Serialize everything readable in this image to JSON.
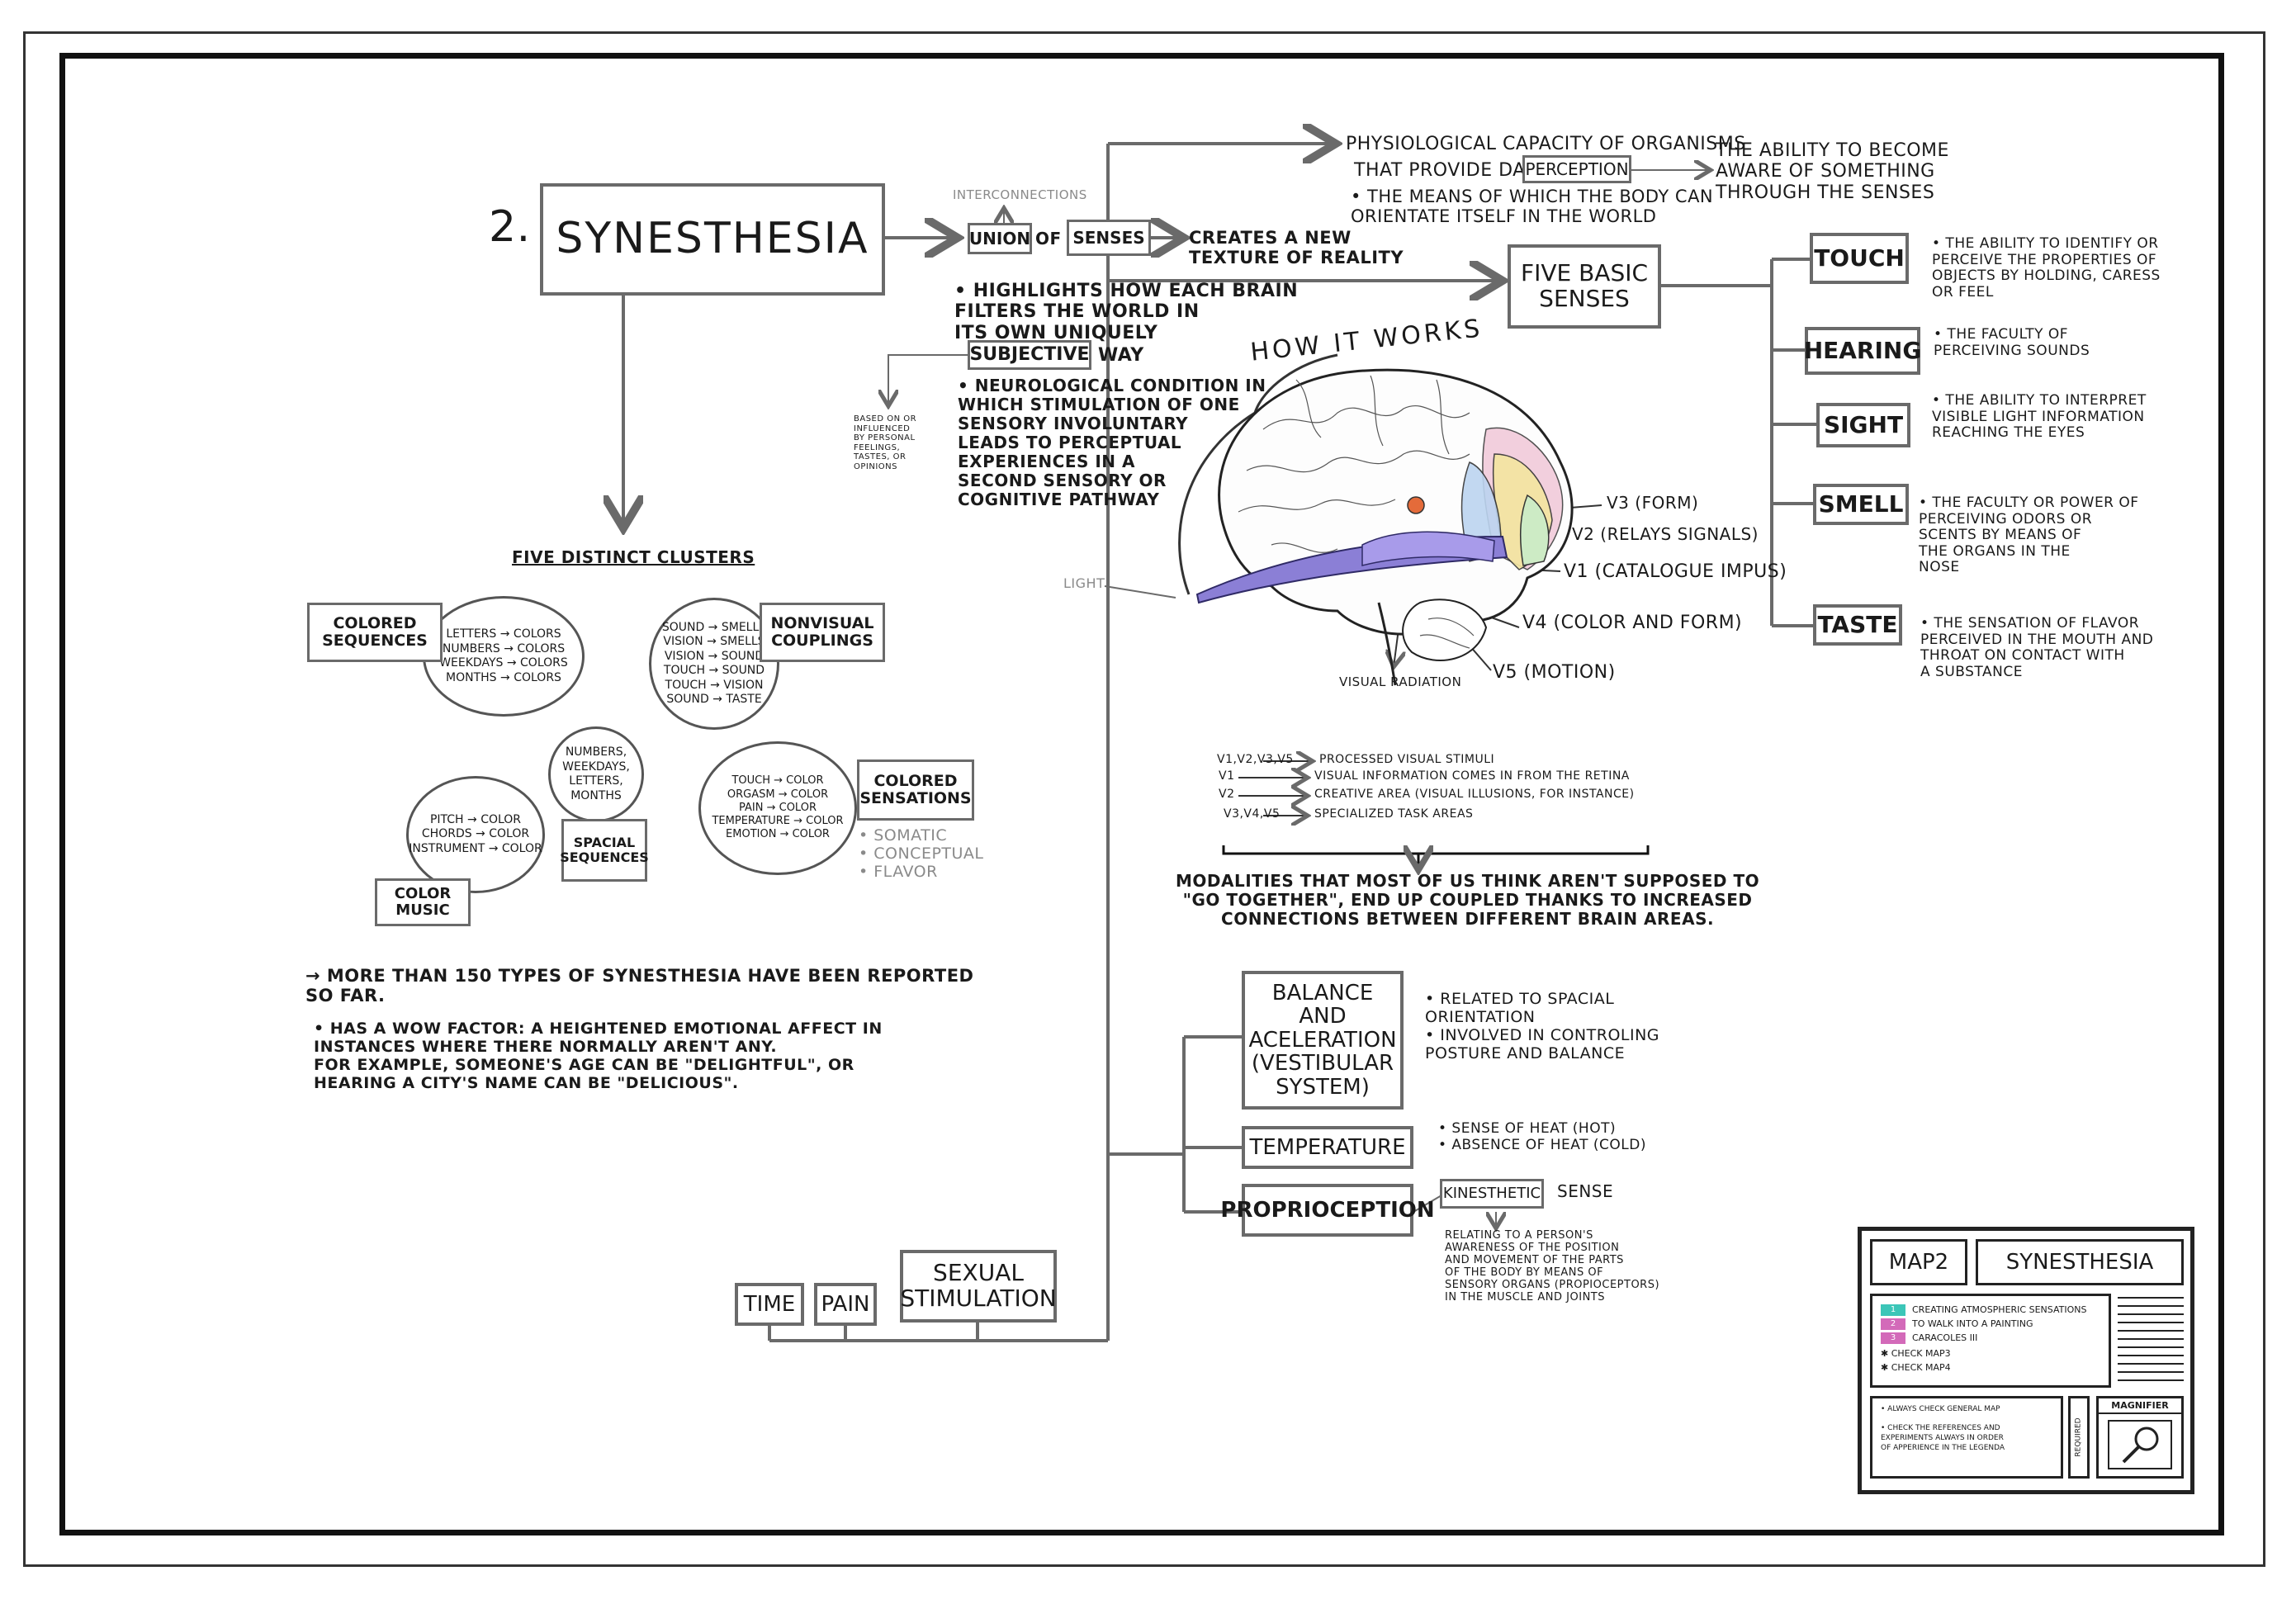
{
  "title": {
    "number": "2.",
    "text": "SYNESTHESIA"
  },
  "union": {
    "interconnections": "INTERCONNECTIONS",
    "union": "UNION",
    "of": "OF",
    "senses": "SENSES",
    "creates": "CREATES A NEW\nTEXTURE OF REALITY"
  },
  "highlights": {
    "line1": "• HIGHLIGHTS HOW EACH BRAIN\nFILTERS THE WORLD IN\nITS OWN UNIQUELY",
    "subjective": "SUBJECTIVE",
    "way": "WAY",
    "neuro": "• NEUROLOGICAL CONDITION IN\nWHICH STIMULATION OF ONE\nSENSORY INVOLUNTARY\nLEADS TO PERCEPTUAL\nEXPERIENCES IN A\nSECOND SENSORY OR\nCOGNITIVE PATHWAY",
    "based_on": "BASED ON OR\nINFLUENCED\nBY PERSONAL\nFEELINGS,\nTASTES, OR\nOPINIONS"
  },
  "physio": {
    "line1": "PHYSIOLOGICAL CAPACITY OF ORGANISMS",
    "line2": "THAT PROVIDE DATA FOR",
    "perception": "PERCEPTION",
    "means": "• THE MEANS OF WHICH THE BODY CAN\nORIENTATE ITSELF IN THE WORLD",
    "ability": "THE ABILITY TO BECOME\nAWARE OF SOMETHING\nTHROUGH THE SENSES"
  },
  "five_basic": "FIVE BASIC\nSENSES",
  "senses": [
    {
      "name": "TOUCH",
      "desc": "• THE ABILITY TO IDENTIFY OR\nPERCEIVE THE PROPERTIES OF\nOBJECTS BY HOLDING, CARESS\nOR FEEL"
    },
    {
      "name": "HEARING",
      "desc": "• THE FACULTY OF\nPERCEIVING SOUNDS"
    },
    {
      "name": "SIGHT",
      "desc": "• THE ABILITY TO INTERPRET\nVISIBLE LIGHT INFORMATION\nREACHING THE EYES"
    },
    {
      "name": "SMELL",
      "desc": "• THE FACULTY OR POWER OF\nPERCEIVING ODORS OR\nSCENTS BY MEANS OF\nTHE ORGANS IN THE\nNOSE"
    },
    {
      "name": "TASTE",
      "desc": "• THE SENSATION OF FLAVOR\nPERCEIVED IN THE MOUTH AND\nTHROAT ON CONTACT WITH\nA SUBSTANCE"
    }
  ],
  "how_it_works": "HOW IT WORKS",
  "brain_labels": {
    "v3": "V3 (FORM)",
    "v2": "V2 (RELAYS SIGNALS)",
    "v1": "V1 (CATALOGUE IMPUS)",
    "v4": "V4 (COLOR AND FORM)",
    "v5": "V5 (MOTION)",
    "radiation": "VISUAL RADIATION",
    "light": "LIGHT"
  },
  "visual_list": [
    {
      "k": "V1,V2,V3,V5",
      "v": "PROCESSED VISUAL STIMULI"
    },
    {
      "k": "V1",
      "v": "VISUAL INFORMATION COMES IN FROM THE RETINA"
    },
    {
      "k": "V2",
      "v": "CREATIVE AREA (VISUAL ILLUSIONS, FOR INSTANCE)"
    },
    {
      "k": "V3,V4,V5",
      "v": "SPECIALIZED TASK AREAS"
    }
  ],
  "modalities": "MODALITIES THAT MOST OF US THINK AREN'T SUPPOSED TO\n\"GO TOGETHER\", END UP COUPLED THANKS TO INCREASED\nCONNECTIONS BETWEEN DIFFERENT BRAIN AREAS.",
  "other_senses": {
    "balance": "BALANCE AND\nACELERATION\n(VESTIBULAR\nSYSTEM)",
    "balance_desc": "• RELATED TO SPACIAL\nORIENTATION\n• INVOLVED IN CONTROLING\nPOSTURE AND BALANCE",
    "temperature": "TEMPERATURE",
    "temperature_desc": "• SENSE OF HEAT (HOT)\n• ABSENCE OF HEAT (COLD)",
    "proprio": "PROPRIOCEPTION",
    "kinesthetic": "KINESTHETIC",
    "sense": "SENSE",
    "relating": "RELATING TO A PERSON'S\nAWARENESS OF THE POSITION\nAND MOVEMENT OF THE PARTS\nOF THE BODY BY MEANS OF\nSENSORY ORGANS (PROPIOCEPTORS)\nIN THE MUSCLE AND JOINTS",
    "time": "TIME",
    "pain": "PAIN",
    "sexual": "SEXUAL\nSTIMULATION"
  },
  "clusters": {
    "heading": "FIVE DISTINCT CLUSTERS",
    "colored_sequences": "COLORED\nSEQUENCES",
    "seq_items": "LETTERS → COLORS\nNUMBERS → COLORS\nWEEKDAYS → COLORS\nMONTHS → COLORS",
    "nonvisual": "NONVISUAL\nCOUPLINGS",
    "nonvisual_items": "SOUND → SMELLS\nVISION → SMELLS\nVISION → SOUND\nTOUCH → SOUND\nTOUCH → VISION\nSOUND → TASTE",
    "spacial_items": "NUMBERS,\nWEEKDAYS,\nLETTERS,\nMONTHS",
    "spacial": "SPACIAL\nSEQUENCES",
    "music_items": "PITCH → COLOR\nCHORDS → COLOR\nINSTRUMENT → COLOR",
    "color_music": "COLOR\nMUSIC",
    "sens_items": "TOUCH → COLOR\nORGASM → COLOR\nPAIN → COLOR\nTEMPERATURE → COLOR\nEMOTION → COLOR",
    "colored_sensations": "COLORED\nSENSATIONS",
    "sens_extra": "• SOMATIC\n• CONCEPTUAL\n• FLAVOR"
  },
  "notes": {
    "n1": "→ MORE THAN 150 TYPES OF SYNESTHESIA HAVE BEEN REPORTED\nSO FAR.",
    "n2": "• HAS A WOW FACTOR: A HEIGHTENED EMOTIONAL AFFECT IN\nINSTANCES WHERE THERE NORMALLY AREN'T ANY.\nFOR EXAMPLE, SOMEONE'S AGE CAN BE \"DELIGHTFUL\", OR\nHEARING A CITY'S NAME CAN BE \"DELICIOUS\"."
  },
  "titleblock": {
    "map": "MAP2",
    "name": "SYNESTHESIA",
    "legend": [
      {
        "num": "1",
        "text": "CREATING ATMOSPHERIC SENSATIONS",
        "color": "#3cc6b8"
      },
      {
        "num": "2",
        "text": "TO WALK INTO A PAINTING",
        "color": "#d36ab9"
      },
      {
        "num": "3",
        "text": "CARACOLES III",
        "color": "#d36ab9"
      }
    ],
    "checks": "✱ CHECK MAP3\n✱ CHECK MAP4",
    "rules": "• ALWAYS CHECK GENERAL MAP\n\n• CHECK THE REFERENCES AND\nEXPERIMENTS ALWAYS IN ORDER\nOF APPERIENCE IN THE LEGENDA",
    "required": "REQUIRED",
    "magnifier": "MAGNIFIER"
  },
  "colors": {
    "lines": "#6a6a6a",
    "teal": "#3cc6b8",
    "magenta": "#d36ab9",
    "brain_purple": "#8b7fd6",
    "brain_yellow": "#f4e6a0",
    "brain_blue": "#bcd4f0",
    "brain_green": "#cdebc5",
    "brain_pink": "#f1c8d8"
  }
}
